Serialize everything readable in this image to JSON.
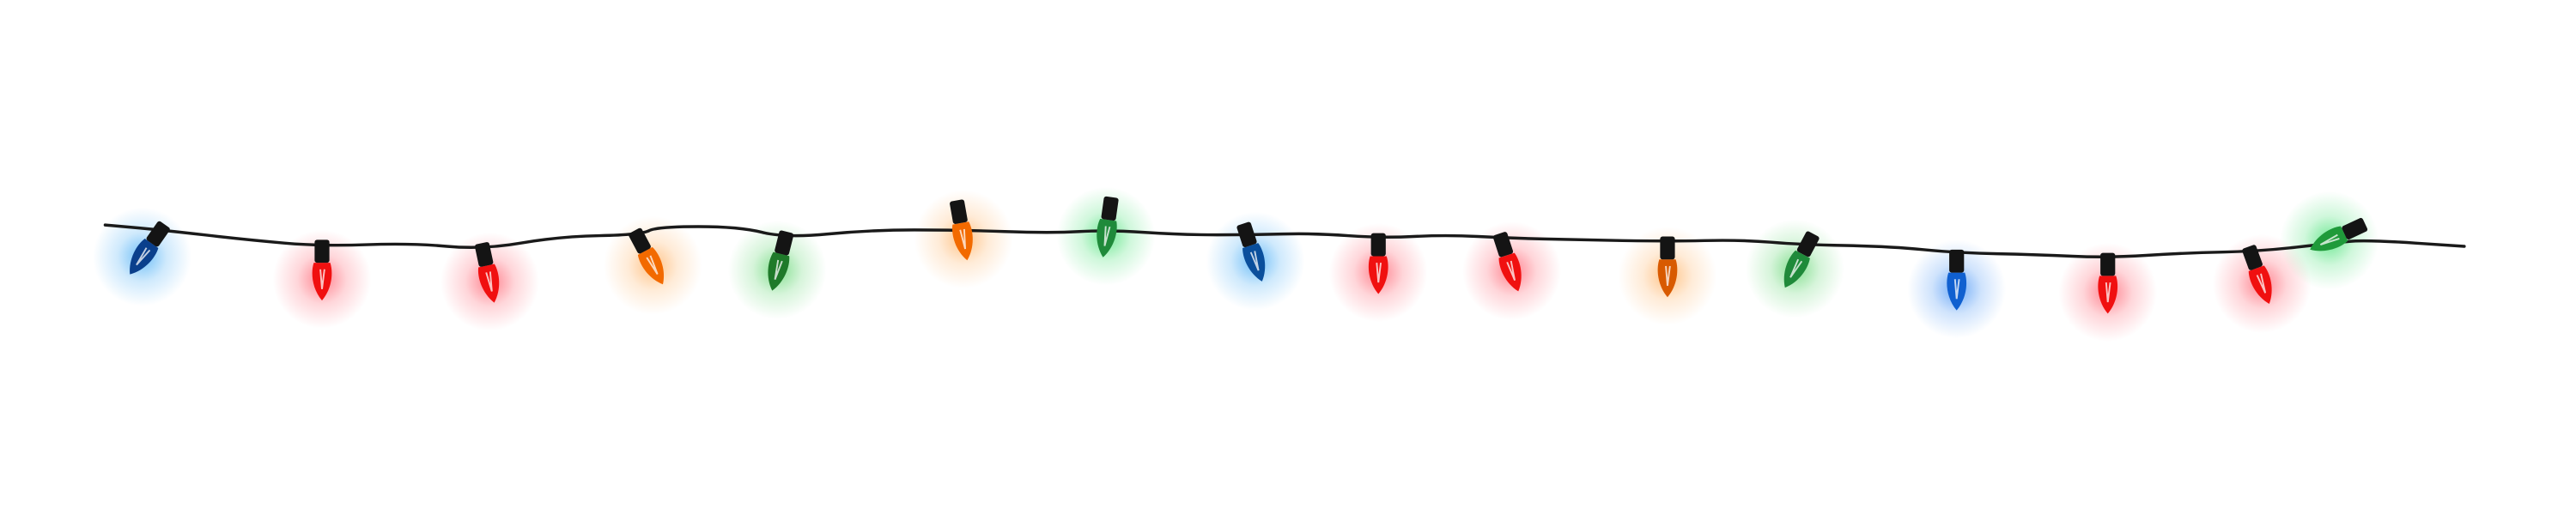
{
  "scene": {
    "background": "#ffffff",
    "wire_color": "#1a1a1a",
    "socket_color": "#141414",
    "bulbs": [
      {
        "color": "blue",
        "hex": "#0a3f8c",
        "glow": "#3fa9f5"
      },
      {
        "color": "red",
        "hex": "#f01010",
        "glow": "#ff5a6a"
      },
      {
        "color": "red",
        "hex": "#f01010",
        "glow": "#ff5a6a"
      },
      {
        "color": "orange",
        "hex": "#f26a00",
        "glow": "#ffb060"
      },
      {
        "color": "green",
        "hex": "#1f7a2a",
        "glow": "#5ad46a"
      },
      {
        "color": "orange",
        "hex": "#f26a00",
        "glow": "#ffb060"
      },
      {
        "color": "green",
        "hex": "#1f8a3a",
        "glow": "#40e070"
      },
      {
        "color": "blue",
        "hex": "#0a4f9c",
        "glow": "#3fa9f5"
      },
      {
        "color": "red",
        "hex": "#f01010",
        "glow": "#ff5a6a"
      },
      {
        "color": "red",
        "hex": "#f01010",
        "glow": "#ff5a6a"
      },
      {
        "color": "orange",
        "hex": "#d85a00",
        "glow": "#ffb060"
      },
      {
        "color": "green",
        "hex": "#1f8a3a",
        "glow": "#5ad46a"
      },
      {
        "color": "blue",
        "hex": "#1060d0",
        "glow": "#3f8ff5"
      },
      {
        "color": "red",
        "hex": "#f01010",
        "glow": "#ff5a6a"
      },
      {
        "color": "red",
        "hex": "#f01010",
        "glow": "#ff5a6a"
      },
      {
        "color": "green",
        "hex": "#1f9a3a",
        "glow": "#40e070"
      }
    ]
  }
}
